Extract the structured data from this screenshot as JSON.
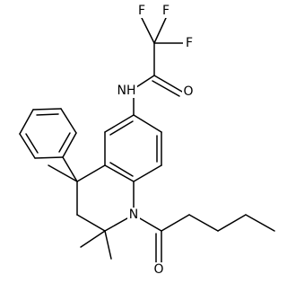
{
  "molecule": {
    "atom_labels": {
      "f1": "F",
      "f2": "F",
      "f3": "F",
      "n_amide": "NH",
      "o_amide": "O",
      "n_ring": "N",
      "o_acyl": "O"
    },
    "colors": {
      "bond": "#000000",
      "text": "#000000",
      "background": "#ffffff"
    }
  }
}
